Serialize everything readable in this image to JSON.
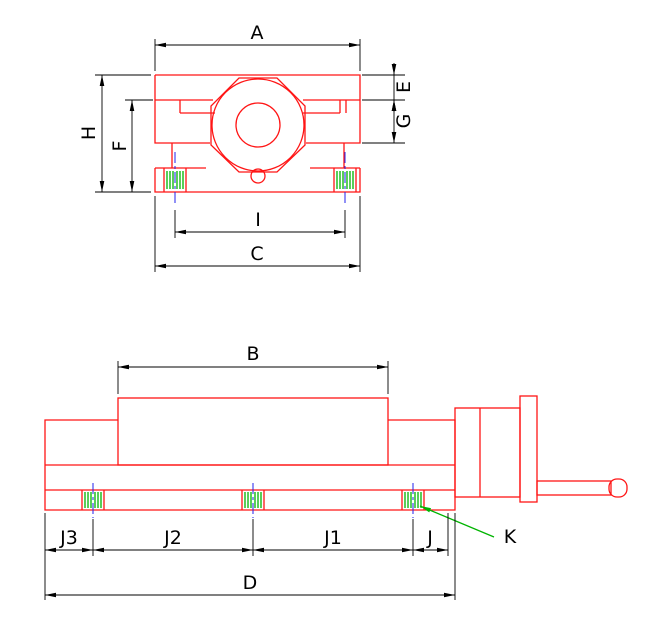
{
  "colors": {
    "background": "#ffffff",
    "drawing": "#ff1515",
    "dimension": "#000000",
    "centerline": "#2222ee",
    "hatch": "#00b400"
  },
  "labels": {
    "A": "A",
    "B": "B",
    "C": "C",
    "D": "D",
    "E": "E",
    "F": "F",
    "G": "G",
    "H": "H",
    "I": "I",
    "J": "J",
    "J1": "J1",
    "J2": "J2",
    "J3": "J3",
    "K": "K"
  }
}
